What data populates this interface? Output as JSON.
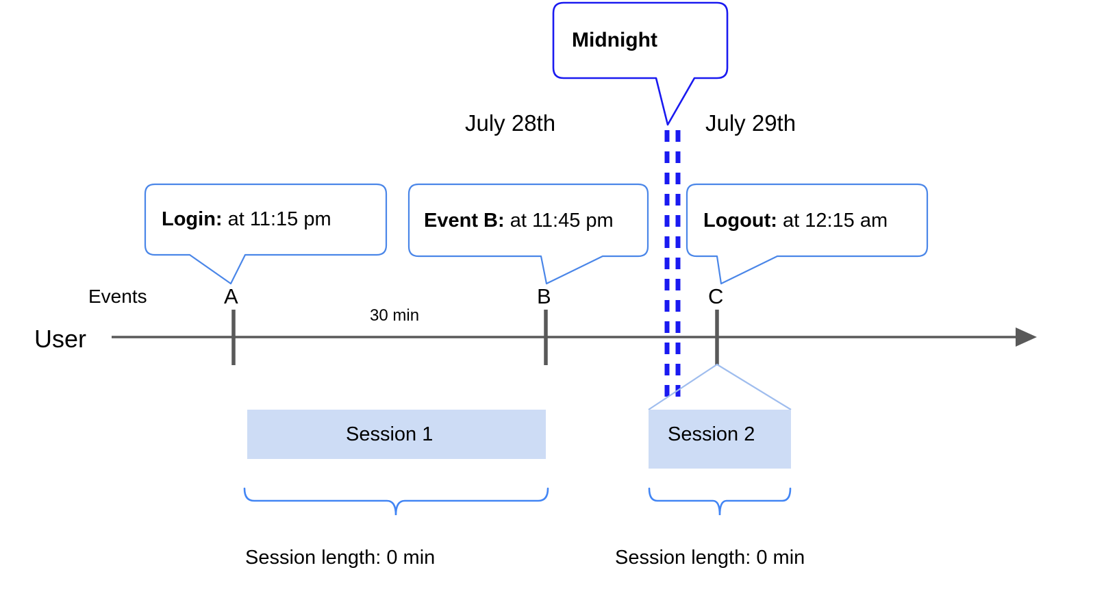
{
  "diagram": {
    "title_bubble": {
      "label": "Midnight"
    },
    "dates": [
      {
        "label": "July 28th"
      },
      {
        "label": "July 29th"
      }
    ],
    "row_labels": {
      "events": "Events",
      "user": "User"
    },
    "callouts": [
      {
        "name": "login",
        "bold": "Login:",
        "rest": " at 11:15 pm"
      },
      {
        "name": "eventb",
        "bold": "Event B:",
        "rest": " at 11:45 pm"
      },
      {
        "name": "logout",
        "bold": "Logout:",
        "rest": " at 12:15 am"
      }
    ],
    "event_markers": [
      {
        "letter": "A"
      },
      {
        "letter": "B"
      },
      {
        "letter": "C"
      }
    ],
    "duration_label": "30 min",
    "sessions": [
      {
        "label": "Session 1",
        "length_caption": "Session length: 0 min"
      },
      {
        "label": "Session 2",
        "length_caption": "Session length: 0 min"
      }
    ],
    "colors": {
      "midnight_stroke": "#1a1af0",
      "callout_stroke": "#4a86e8",
      "brace_stroke": "#4285f4",
      "session_fill": "#cddcf5",
      "session_tent_stroke": "#9fbdee",
      "axis": "#595959",
      "tick": "#595959",
      "text": "#000000"
    }
  }
}
